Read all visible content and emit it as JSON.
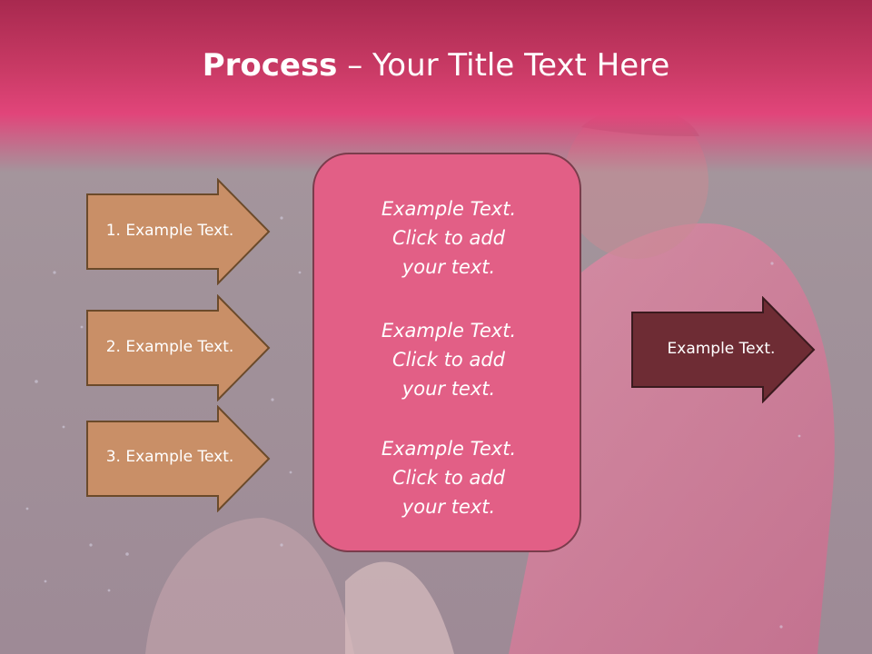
{
  "slide": {
    "title_bold": "Process",
    "title_rest": " – Your Title Text Here",
    "left_items": [
      {
        "label": "1. Example Text."
      },
      {
        "label": "2. Example Text."
      },
      {
        "label": "3. Example Text."
      }
    ],
    "center_blocks": [
      {
        "lines": [
          "Example Text.",
          "Click  to add",
          "your text."
        ]
      },
      {
        "lines": [
          "Example Text.",
          "Click  to add",
          "your text."
        ]
      },
      {
        "lines": [
          "Example Text.",
          "Click  to add",
          "your text."
        ]
      }
    ],
    "right_item": {
      "label": "Example Text."
    }
  },
  "colors": {
    "title_band": "#e1457a",
    "left_arrow_fill": "#c98f67",
    "left_arrow_border": "#6b4a2a",
    "center_box": "#e25f86",
    "right_arrow_fill": "#6e2c34"
  }
}
